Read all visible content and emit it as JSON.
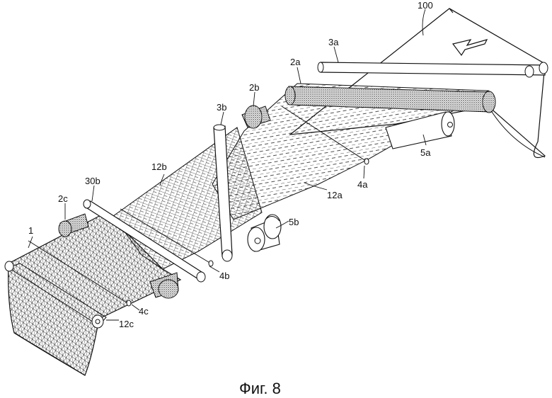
{
  "figure": {
    "caption": "Фиг. 8",
    "labels": {
      "l100": "100",
      "l3a": "3a",
      "l2a": "2a",
      "l2b": "2b",
      "l3b": "3b",
      "l5a": "5a",
      "l4a": "4a",
      "l12a": "12a",
      "l5b": "5b",
      "l12b": "12b",
      "l30b": "30b",
      "l2c": "2c",
      "l1": "1",
      "l4b": "4b",
      "l4c": "4c",
      "l12c": "12c"
    }
  }
}
